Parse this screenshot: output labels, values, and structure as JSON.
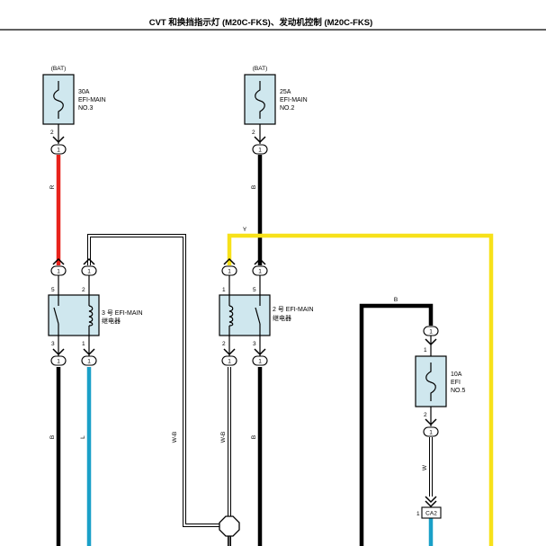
{
  "title": "CVT 和换挡指示灯 (M20C-FKS)、发动机控制 (M20C-FKS)",
  "colors": {
    "red": "#e8231c",
    "yellow": "#f7e11a",
    "blue": "#1aa0c8",
    "black": "#000000",
    "white_wire": "#ffffff",
    "component_fill": "#cfe7ee"
  },
  "fuses": [
    {
      "source": "(BAT)",
      "rating": "30A",
      "name1": "EFI-MAIN",
      "name2": "NO.3",
      "pin": "2",
      "connector": "1"
    },
    {
      "source": "(BAT)",
      "rating": "25A",
      "name1": "EFI-MAIN",
      "name2": "NO.2",
      "pin": "2",
      "connector": "1"
    },
    {
      "rating": "10A",
      "name1": "EFI",
      "name2": "NO.5",
      "pin_top": "1",
      "pin_bottom": "2",
      "connector_top": "1",
      "connector_bottom": "1"
    }
  ],
  "relays": [
    {
      "line1": "3 号 EFI-MAIN",
      "line2": "继电器",
      "pin_tl": "5",
      "pin_tr": "2",
      "pin_bl": "3",
      "pin_br": "1"
    },
    {
      "line1": "2 号 EFI-MAIN",
      "line2": "继电器",
      "pin_tl": "1",
      "pin_tr": "5",
      "pin_bl": "2",
      "pin_br": "3"
    }
  ],
  "connector_labels": {
    "relay1_top_left": "1",
    "relay1_top_right": "1",
    "relay1_bottom_left": "1",
    "relay1_bottom_right": "1",
    "relay2_top_left": "1",
    "relay2_top_right": "1",
    "relay2_bottom_left": "1",
    "relay2_bottom_right": "1",
    "ca2_pin": "1",
    "ca2_name": "CA2"
  },
  "wire_labels": {
    "fuse1_to_relay1": "R",
    "fuse2_to_relay2": "B",
    "yellow_top": "Y",
    "relay1_left_bottom": "B",
    "relay1_right_bottom": "L",
    "wb_left": "W-B",
    "wb_right": "W-B",
    "relay2_right_bottom": "B",
    "efi5_top": "B",
    "efi5_bottom": "W"
  }
}
